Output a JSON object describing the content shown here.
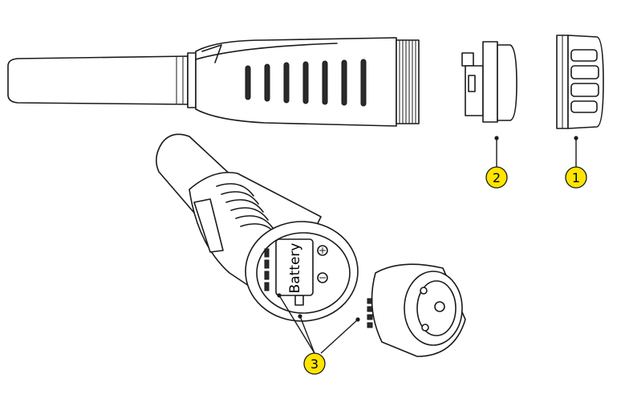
{
  "colors": {
    "callout_fill": "#ffe500",
    "line": "#1a1a1a",
    "background": "#ffffff"
  },
  "battery_label": "Battery",
  "callouts": [
    {
      "id": "callout-1",
      "label": "1"
    },
    {
      "id": "callout-2",
      "label": "2"
    },
    {
      "id": "callout-3",
      "label": "3"
    }
  ]
}
